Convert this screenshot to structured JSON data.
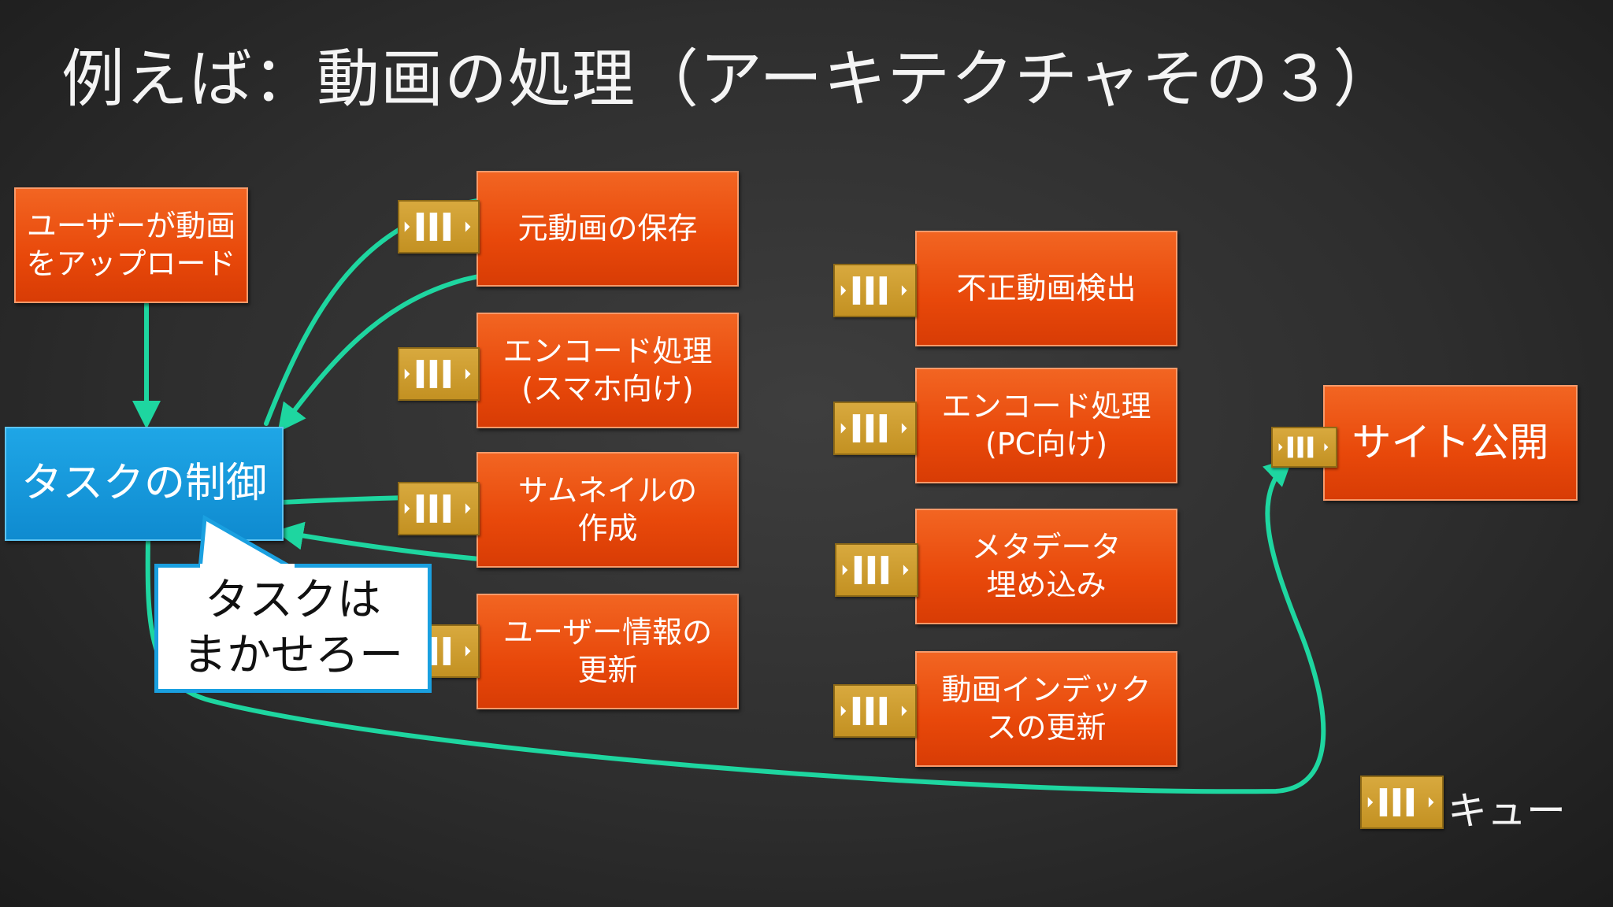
{
  "title": "例えば：動画の処理（アーキテクチャその３）",
  "colors": {
    "task_box": "#e8480a",
    "control_box": "#0f8bd0",
    "queue": "#c9982c",
    "arrow": "#1ed6a0"
  },
  "boxes": {
    "upload": "ユーザーが動画\nをアップロード",
    "control": "タスクの制御",
    "save_original": "元動画の保存",
    "encode_smartphone": "エンコード処理\n(スマホ向け)",
    "thumbnail": "サムネイルの\n作成",
    "update_user_info": "ユーザー情報の\n更新",
    "fraud_detection": "不正動画検出",
    "encode_pc": "エンコード処理\n(PC向け)",
    "embed_metadata": "メタデータ\n埋め込み",
    "update_index": "動画インデック\nスの更新",
    "publish_site": "サイト公開"
  },
  "callout": "タスクは\nまかせろー",
  "legend": {
    "icon": "queue-icon",
    "label": "キュー"
  }
}
